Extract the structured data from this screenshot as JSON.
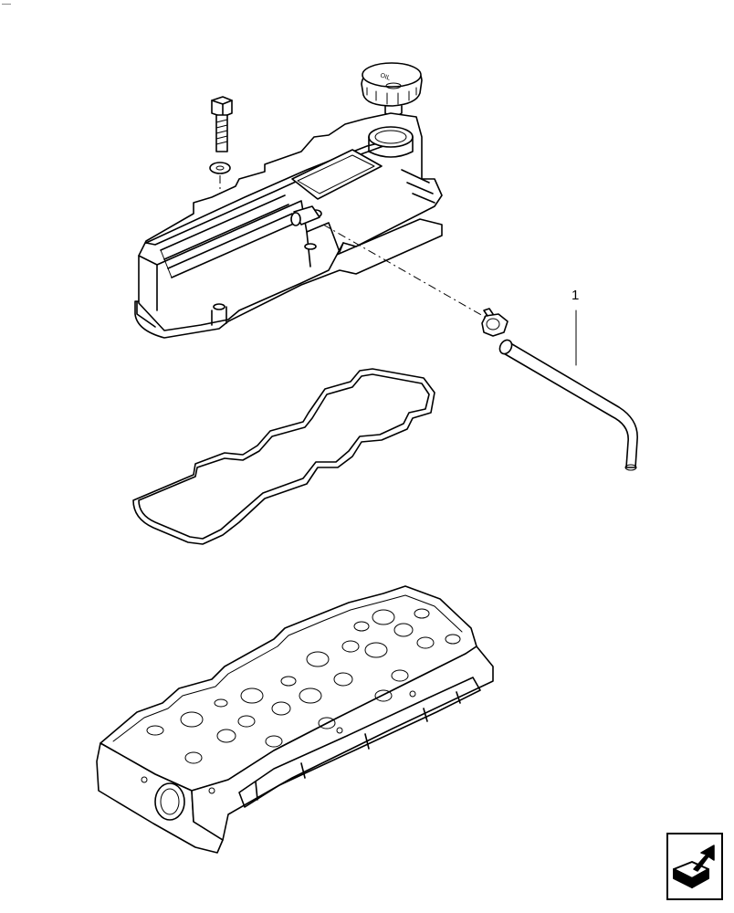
{
  "diagram": {
    "callouts": [
      {
        "id": "1",
        "label": "1"
      }
    ],
    "cap_marking": "OIL"
  },
  "navigation": {
    "next_icon": "arrow-next-icon"
  }
}
